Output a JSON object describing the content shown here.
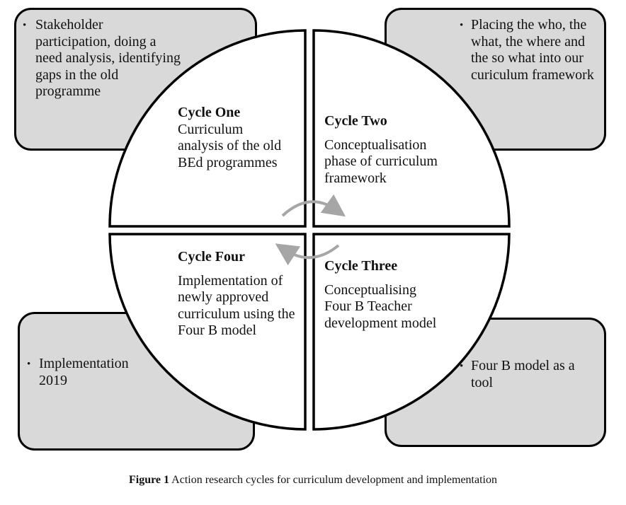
{
  "boxes": {
    "top_left": "Stakeholder participation, doing a need analysis, identifying gaps in the old programme",
    "top_right": "Placing the who, the what, the where and the so what into our curiculum framework",
    "bottom_left": "Implementation 2019",
    "bottom_right": "Four B model as a tool"
  },
  "bullet_symbol": "•",
  "cycles": {
    "one": {
      "title": "Cycle One",
      "desc": "Curriculum analysis of the old BEd programmes"
    },
    "two": {
      "title": "Cycle Two",
      "desc": "Conceptualisation phase of curriculum framework"
    },
    "three": {
      "title": "Cycle Three",
      "desc": "Conceptualising Four B Teacher development model"
    },
    "four": {
      "title": "Cycle Four",
      "desc": "Implementation of newly approved curriculum using the Four B model"
    }
  },
  "caption": {
    "label": "Figure 1",
    "text": "Action research cycles for curriculum development and implementation"
  },
  "colors": {
    "box_fill": "#d9d9d9",
    "outline": "#000000",
    "arrow": "#a6a6a6"
  }
}
